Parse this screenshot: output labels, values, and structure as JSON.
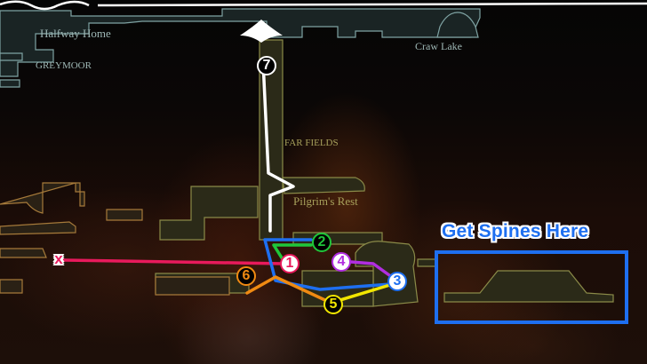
{
  "map": {
    "area_labels": {
      "halfway_home": "Halfway Home",
      "greymoor": "GREYMOOR",
      "craw_lake": "Craw Lake",
      "far_fields": "FAR FIELDS",
      "pilgrims_rest": "Pilgrim's Rest"
    },
    "callout": {
      "text": "Get Spines Here",
      "color": "#1e6ff0"
    },
    "start_marker": "x",
    "route_markers": [
      {
        "id": 1,
        "glyph": "1",
        "color": "#e81a5c"
      },
      {
        "id": 2,
        "glyph": "2",
        "color": "#1fc63a"
      },
      {
        "id": 3,
        "glyph": "3",
        "color": "#1e6ff0"
      },
      {
        "id": 4,
        "glyph": "4",
        "color": "#b12ee0"
      },
      {
        "id": 5,
        "glyph": "5",
        "color": "#f2e600"
      },
      {
        "id": 6,
        "glyph": "6",
        "color": "#f08a12"
      },
      {
        "id": 7,
        "glyph": "7",
        "color": "#ffffff"
      }
    ],
    "route_colors": {
      "red": "#e81a5c",
      "green": "#1fc63a",
      "blue": "#1e6ff0",
      "purple": "#b12ee0",
      "yellow": "#f2e600",
      "orange": "#f08a12",
      "white": "#ffffff"
    }
  }
}
